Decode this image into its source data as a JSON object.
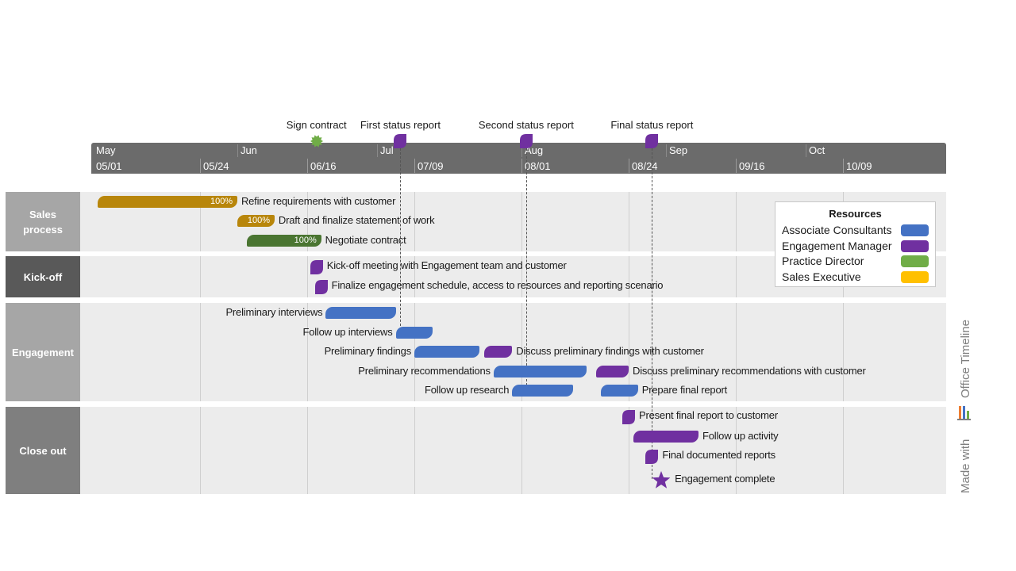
{
  "chart_data": {
    "type": "gantt",
    "months": [
      "May",
      "Jun",
      "Jul",
      "Aug",
      "Sep",
      "Oct"
    ],
    "date_ticks": [
      "05/01",
      "05/24",
      "06/16",
      "07/09",
      "08/01",
      "08/24",
      "09/16",
      "10/09"
    ],
    "milestones": [
      {
        "label": "Sign contract",
        "date": "06/18",
        "shape": "starburst",
        "color": "#70ad47"
      },
      {
        "label": "First status report",
        "date": "07/06",
        "shape": "leaf",
        "color": "#7030a0"
      },
      {
        "label": "Second status report",
        "date": "08/02",
        "shape": "leaf",
        "color": "#7030a0"
      },
      {
        "label": "Final status report",
        "date": "08/29",
        "shape": "leaf",
        "color": "#7030a0"
      }
    ],
    "swimlanes": [
      {
        "name": "Sales\nprocess",
        "tasks": [
          {
            "label": "Refine requirements with customer",
            "start": "05/02",
            "end": "05/31",
            "resource": "Sales Executive",
            "percent": "100%"
          },
          {
            "label": "Draft and finalize statement of work",
            "start": "06/01",
            "end": "06/08",
            "resource": "Sales Executive",
            "percent": "100%"
          },
          {
            "label": "Negotiate contract",
            "start": "06/03",
            "end": "06/18",
            "resource": "Sales Executive",
            "percent": "100%"
          }
        ]
      },
      {
        "name": "Kick-off",
        "tasks": [
          {
            "label": "Kick-off meeting with Engagement team and customer",
            "date": "06/18",
            "resource": "Engagement Manager",
            "kind": "milestone"
          },
          {
            "label": "Finalize engagement schedule, access to resources and reporting scenario",
            "date": "06/19",
            "resource": "Engagement Manager",
            "kind": "milestone"
          }
        ]
      },
      {
        "name": "Engagement",
        "tasks": [
          {
            "label": "Preliminary interviews",
            "start": "06/20",
            "end": "07/04",
            "resource": "Associate Consultants"
          },
          {
            "label": "Follow up interviews",
            "start": "07/05",
            "end": "07/12",
            "resource": "Associate Consultants"
          },
          {
            "label": "Preliminary findings",
            "start": "07/09",
            "end": "07/22",
            "resource": "Associate Consultants"
          },
          {
            "label": "Discuss preliminary findings with customer",
            "start": "07/24",
            "end": "07/29",
            "resource": "Engagement Manager"
          },
          {
            "label": "Preliminary recommendations",
            "start": "07/26",
            "end": "08/14",
            "resource": "Associate Consultants"
          },
          {
            "label": "Discuss preliminary recommendations with customer",
            "start": "08/17",
            "end": "08/23",
            "resource": "Engagement Manager"
          },
          {
            "label": "Follow up research",
            "start": "07/30",
            "end": "08/11",
            "resource": "Associate Consultants"
          },
          {
            "label": "Prepare final report",
            "start": "08/18",
            "end": "08/25",
            "resource": "Associate Consultants"
          }
        ]
      },
      {
        "name": "Close out",
        "tasks": [
          {
            "label": "Present final report to customer",
            "date": "08/24",
            "resource": "Engagement Manager",
            "kind": "milestone"
          },
          {
            "label": "Follow up activity",
            "start": "08/25",
            "end": "09/07",
            "resource": "Engagement Manager"
          },
          {
            "label": "Final documented reports",
            "date": "08/29",
            "resource": "Engagement Manager",
            "kind": "milestone"
          },
          {
            "label": "Engagement complete",
            "date": "08/31",
            "resource": "Engagement Manager",
            "kind": "milestone",
            "shape": "star"
          }
        ]
      }
    ],
    "legend": {
      "title": "Resources",
      "items": [
        {
          "name": "Associate Consultants",
          "color": "#4472c4"
        },
        {
          "name": "Engagement Manager",
          "color": "#7030a0"
        },
        {
          "name": "Practice Director",
          "color": "#70ad47"
        },
        {
          "name": "Sales Executive",
          "color": "#ffc000"
        }
      ]
    }
  },
  "bar_colors": {
    "sales_gold": "#b8860b",
    "sales_green": "#4a7531",
    "lane_sales": "#a6a6a6",
    "lane_kickoff": "#595959",
    "lane_engagement": "#a6a6a6",
    "lane_closeout": "#7f7f7f"
  },
  "watermark": {
    "made_with": "Made with",
    "brand": "Office Timeline"
  }
}
